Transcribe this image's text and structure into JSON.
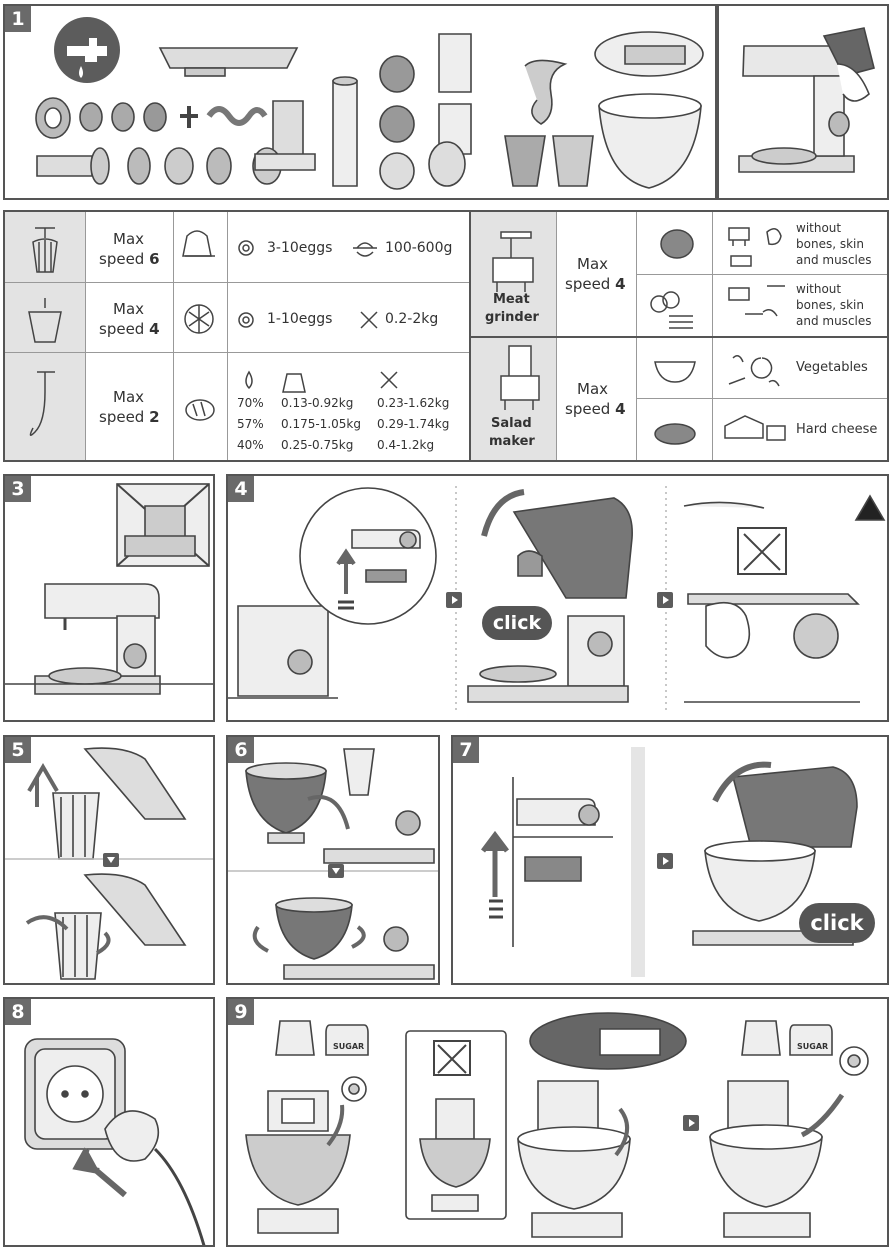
{
  "steps": [
    "1",
    "2",
    "3",
    "4",
    "5",
    "6",
    "7",
    "8",
    "9"
  ],
  "table_left": [
    {
      "max": "Max",
      "speed_label": "speed",
      "speed": "6",
      "qty1": "3-10eggs",
      "qty2": "100-600g"
    },
    {
      "max": "Max",
      "speed_label": "speed",
      "speed": "4",
      "qty1": "1-10eggs",
      "qty2": "0.2-2kg"
    },
    {
      "max": "Max",
      "speed_label": "speed",
      "speed": "2",
      "dough": [
        {
          "pct": "70%",
          "a": "0.13-0.92kg",
          "b": "0.23-1.62kg"
        },
        {
          "pct": "57%",
          "a": "0.175-1.05kg",
          "b": "0.29-1.74kg"
        },
        {
          "pct": "40%",
          "a": "0.25-0.75kg",
          "b": "0.4-1.2kg"
        }
      ]
    }
  ],
  "table_right": {
    "meat": {
      "name_line1": "Meat",
      "name_line2": "grinder",
      "max": "Max",
      "speed_label": "speed",
      "speed": "4",
      "row1": {
        "line1": "without",
        "line2": "bones, skin",
        "line3": "and muscles"
      },
      "row2": {
        "line1": "without",
        "line2": "bones, skin",
        "line3": "and muscles"
      }
    },
    "salad": {
      "name_line1": "Salad",
      "name_line2": "maker",
      "max": "Max",
      "speed_label": "speed",
      "speed": "4",
      "row1": "Vegetables",
      "row2": "Hard cheese"
    }
  },
  "click_label": "click",
  "sugar_label": "SUGAR",
  "icons": [
    "tap-icon",
    "warning-icon",
    "cross-icon",
    "egg-icon",
    "sugar-icon",
    "flour-icon",
    "plug-icon",
    "socket-icon"
  ],
  "colors": {
    "dark": "#5c5c5c",
    "line": "#555555",
    "grey_cell": "#e3e3e3",
    "fill": "#9a9a9a"
  }
}
